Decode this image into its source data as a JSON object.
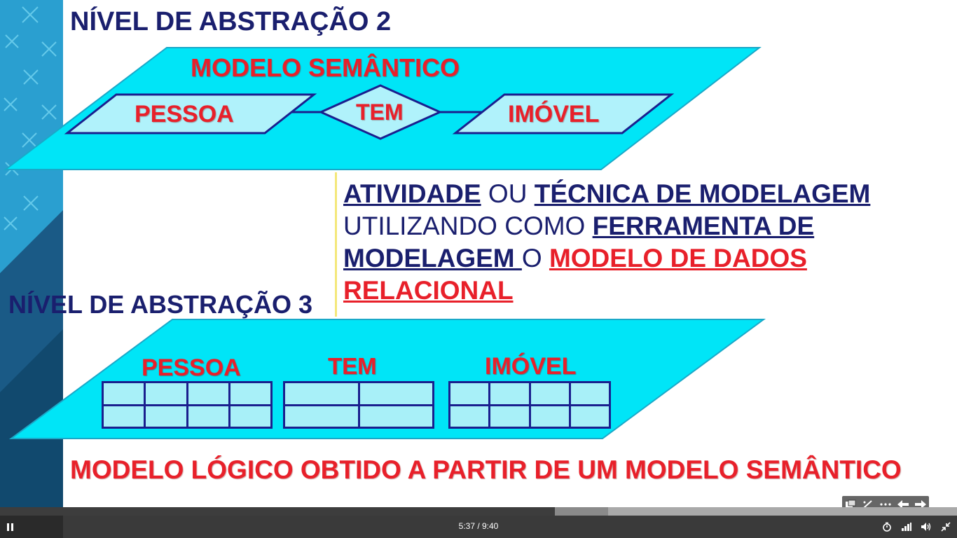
{
  "slide": {
    "level2_title": "NÍVEL DE ABSTRAÇÃO 2",
    "semantic_label": "MODELO SEMÂNTICO",
    "entity_left": "PESSOA",
    "relation": "TEM",
    "entity_right": "IMÓVEL",
    "description": {
      "p1": "ATIVIDADE",
      "p2": " OU ",
      "p3": "TÉCNICA DE MODELAGEM",
      "p4": " UTILIZANDO COMO ",
      "p5": "FERRAMENTA DE MODELAGEM ",
      "p6": "O ",
      "p7": "MODELO DE DADOS RELACIONAL"
    },
    "level3_title": "NÍVEL DE ABSTRAÇÃO 3",
    "table_left": "PESSOA",
    "table_mid": "TEM",
    "table_right": "IMÓVEL",
    "bottom_caption": "MODELO LÓGICO OBTIDO A PARTIR DE UM MODELO SEMÂNTICO"
  },
  "colors": {
    "cyan_plane": "#00e5f7",
    "light_cyan": "#b0f2fb",
    "navy": "#1a1f6e",
    "red": "#e8202a"
  },
  "player": {
    "time_display": "5:37 / 9:40",
    "progress_fraction": 0.58
  }
}
